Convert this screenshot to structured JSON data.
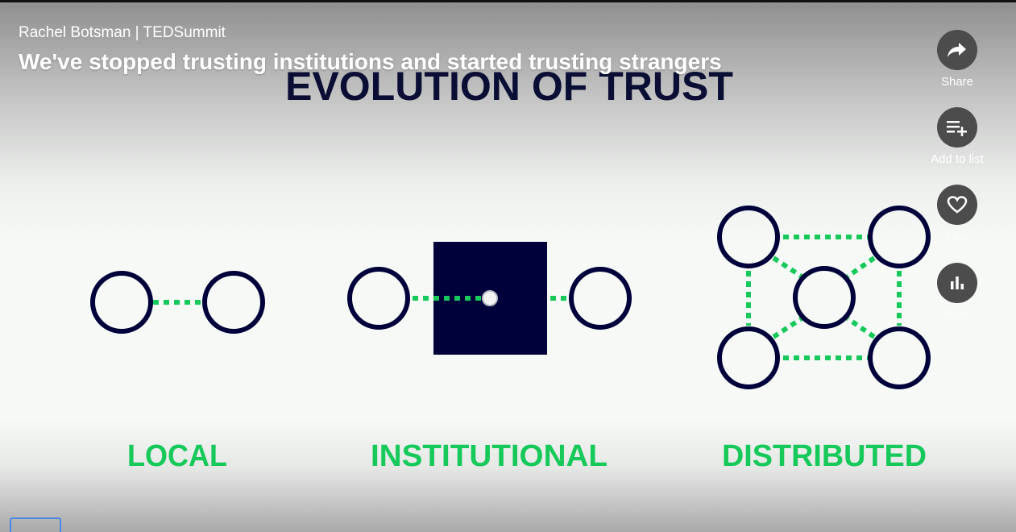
{
  "video": {
    "speaker_event": "Rachel Botsman | TEDSummit",
    "title": "We've stopped trusting institutions and started trusting strangers"
  },
  "slide": {
    "heading": "EVOLUTION OF TRUST",
    "labels": [
      "LOCAL",
      "INSTITUTIONAL",
      "DISTRIBUTED"
    ],
    "colors": {
      "navy": "#00003a",
      "green": "#16c95a",
      "heading": "#0a0e35"
    }
  },
  "actions": [
    {
      "label": "Share",
      "icon": "share-icon"
    },
    {
      "label": "Add to list",
      "icon": "add-to-list-icon"
    },
    {
      "label": "Like",
      "icon": "heart-icon"
    },
    {
      "label": "Rate",
      "icon": "stats-icon"
    }
  ]
}
